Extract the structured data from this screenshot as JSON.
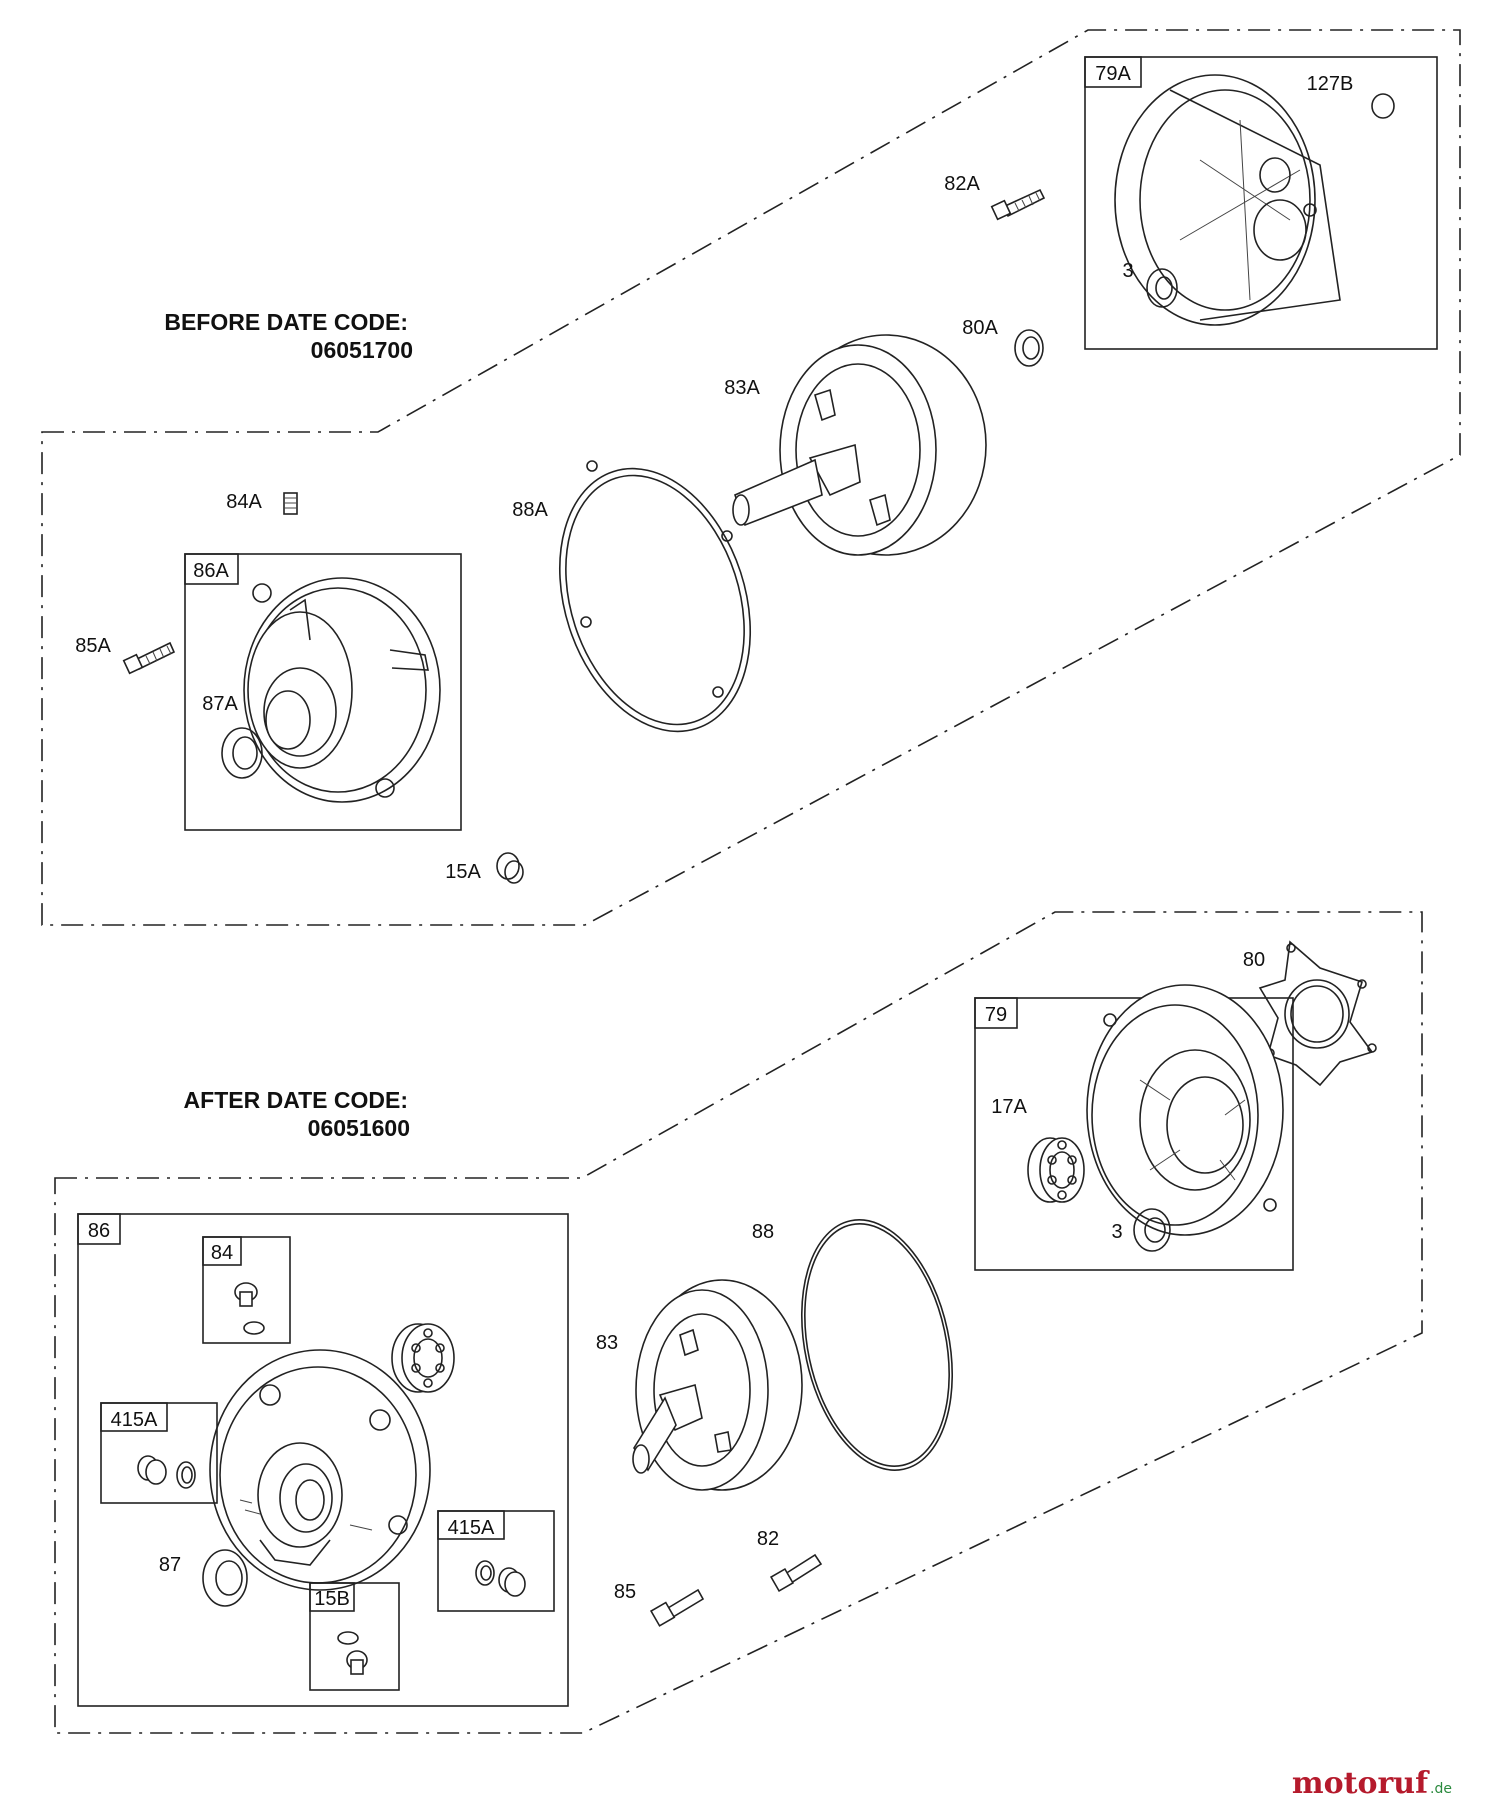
{
  "sections": {
    "before": {
      "line1": "BEFORE DATE CODE:",
      "line2": "06051700"
    },
    "after": {
      "line1": "AFTER DATE CODE:",
      "line2": "06051600"
    }
  },
  "labels": {
    "p79A": "79A",
    "p127B": "127B",
    "p82A": "82A",
    "p3a": "3",
    "p80A": "80A",
    "p83A": "83A",
    "p84A": "84A",
    "p88A": "88A",
    "p86A": "86A",
    "p85A": "85A",
    "p87A": "87A",
    "p15A": "15A",
    "p80": "80",
    "p79": "79",
    "p17A": "17A",
    "p3b": "3",
    "p88": "88",
    "p86": "86",
    "p84": "84",
    "p83": "83",
    "p415Aa": "415A",
    "p415Ab": "415A",
    "p87": "87",
    "p15B": "15B",
    "p82": "82",
    "p85": "85"
  },
  "watermark": {
    "main": "motoruf",
    "suffix": ".de",
    "color": "#b51a2c",
    "accent": "#2b8a3e"
  }
}
